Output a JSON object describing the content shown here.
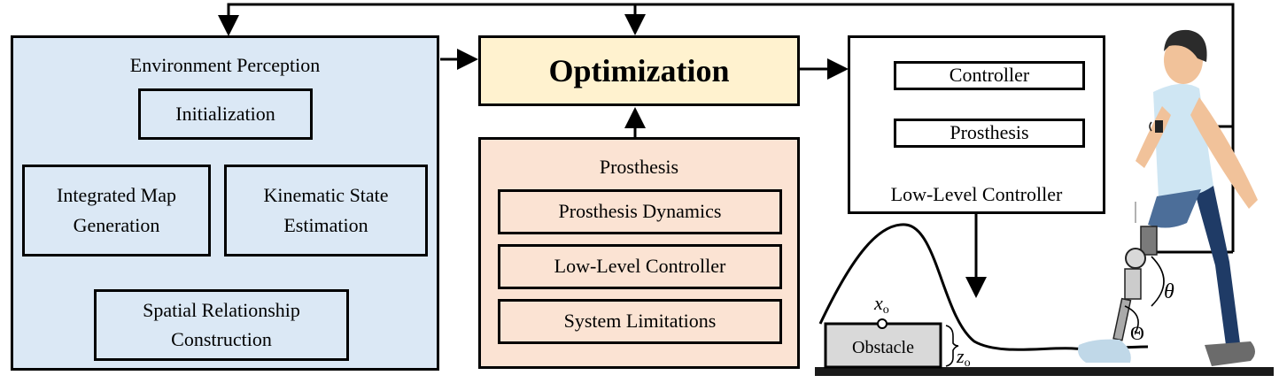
{
  "perception": {
    "title": "Environment Perception",
    "init": "Initialization",
    "map_l1": "Integrated Map",
    "map_l2": "Generation",
    "kin_l1": "Kinematic State",
    "kin_l2": "Estimation",
    "spatial_l1": "Spatial Relationship",
    "spatial_l2": "Construction"
  },
  "optimization": {
    "title": "Optimization"
  },
  "prosthesis": {
    "title": "Prosthesis",
    "items": [
      "Prosthesis Dynamics",
      "Low-Level Controller",
      "System Limitations"
    ]
  },
  "low_level": {
    "title": "Low-Level Controller",
    "controller": "Controller",
    "prosthesis": "Prosthesis"
  },
  "scene": {
    "obstacle": "Obstacle",
    "x_o": "x",
    "z_o": "z",
    "subscript": "o",
    "theta": "θ",
    "Theta": "Θ"
  },
  "colors": {
    "perception_bg": "#dbe8f5",
    "prosthesis_bg": "#fbe3d3",
    "optimization_bg": "#fff2cf"
  }
}
